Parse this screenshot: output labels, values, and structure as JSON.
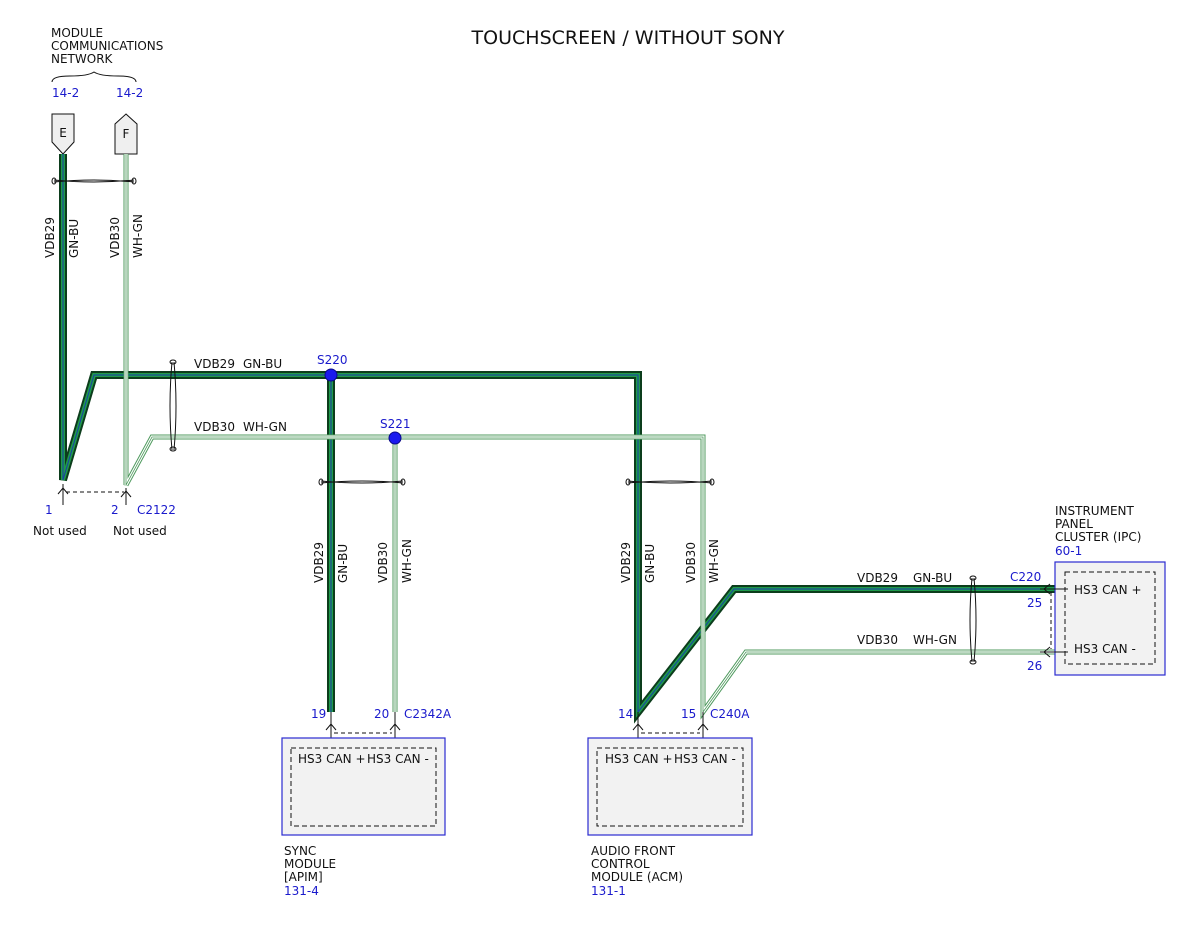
{
  "title": "TOUCHSCREEN / WITHOUT SONY",
  "network": {
    "label_lines": [
      "MODULE",
      "COMMUNICATIONS",
      "NETWORK"
    ],
    "ref_e": "14-2",
    "ref_f": "14-2",
    "connector_e": "E",
    "connector_f": "F"
  },
  "wires": {
    "vdb29": "VDB29",
    "gnbu": "GN-BU",
    "vdb30": "VDB30",
    "whgn": "WH-GN",
    "color_gnbu_outer": "#0c3d1c",
    "color_gnbu_inner": "#1f9a4a",
    "color_gnbu_core": "#1a3fa8",
    "color_whgn": "#4f9a5e"
  },
  "splices": {
    "s220": "S220",
    "s221": "S221"
  },
  "c2122": {
    "name": "C2122",
    "pin1": "1",
    "pin2": "2",
    "pin1_note": "Not used",
    "pin2_note": "Not used"
  },
  "sync": {
    "connector": "C2342A",
    "pin_plus": "19",
    "pin_minus": "20",
    "label_plus": "HS3 CAN +",
    "label_minus": "HS3 CAN -",
    "name_lines": [
      "SYNC",
      "MODULE",
      "[APIM]"
    ],
    "ref": "131-4"
  },
  "acm": {
    "connector": "C240A",
    "pin_plus": "14",
    "pin_minus": "15",
    "label_plus": "HS3 CAN +",
    "label_minus": "HS3 CAN -",
    "name_lines": [
      "AUDIO FRONT",
      "CONTROL",
      "MODULE (ACM)"
    ],
    "ref": "131-1"
  },
  "ipc": {
    "connector": "C220",
    "pin_plus": "25",
    "pin_minus": "26",
    "label_plus": "HS3 CAN +",
    "label_minus": "HS3 CAN -",
    "name_lines": [
      "INSTRUMENT",
      "PANEL",
      "CLUSTER (IPC)"
    ],
    "ref": "60-1"
  }
}
